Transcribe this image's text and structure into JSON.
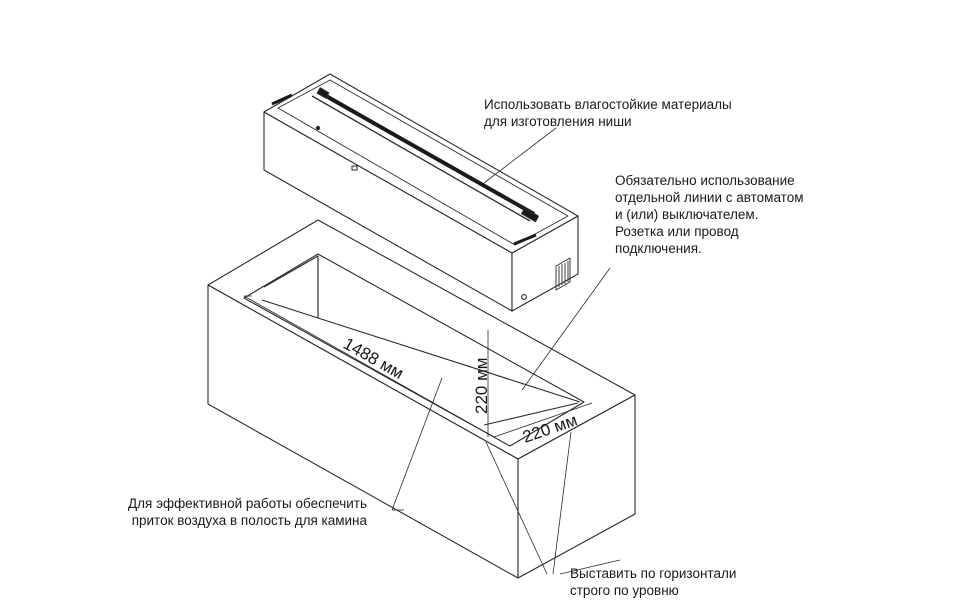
{
  "notes": {
    "materials": [
      "Использовать влагостойкие материалы",
      "для изготовления ниши"
    ],
    "power": [
      "Обязательно использование",
      "отдельной линии с автоматом",
      "и (или) выключателем.",
      "Розетка или провод",
      "подключения."
    ],
    "airflow": [
      "Для эффективной работы обеспечить",
      "приток воздуха в полость для камина"
    ],
    "level": [
      "Выставить по горизонтали",
      "строго по уровню"
    ]
  },
  "dimensions": {
    "length": "1488 мм",
    "depth": "220 мм",
    "width": "220 мм"
  }
}
